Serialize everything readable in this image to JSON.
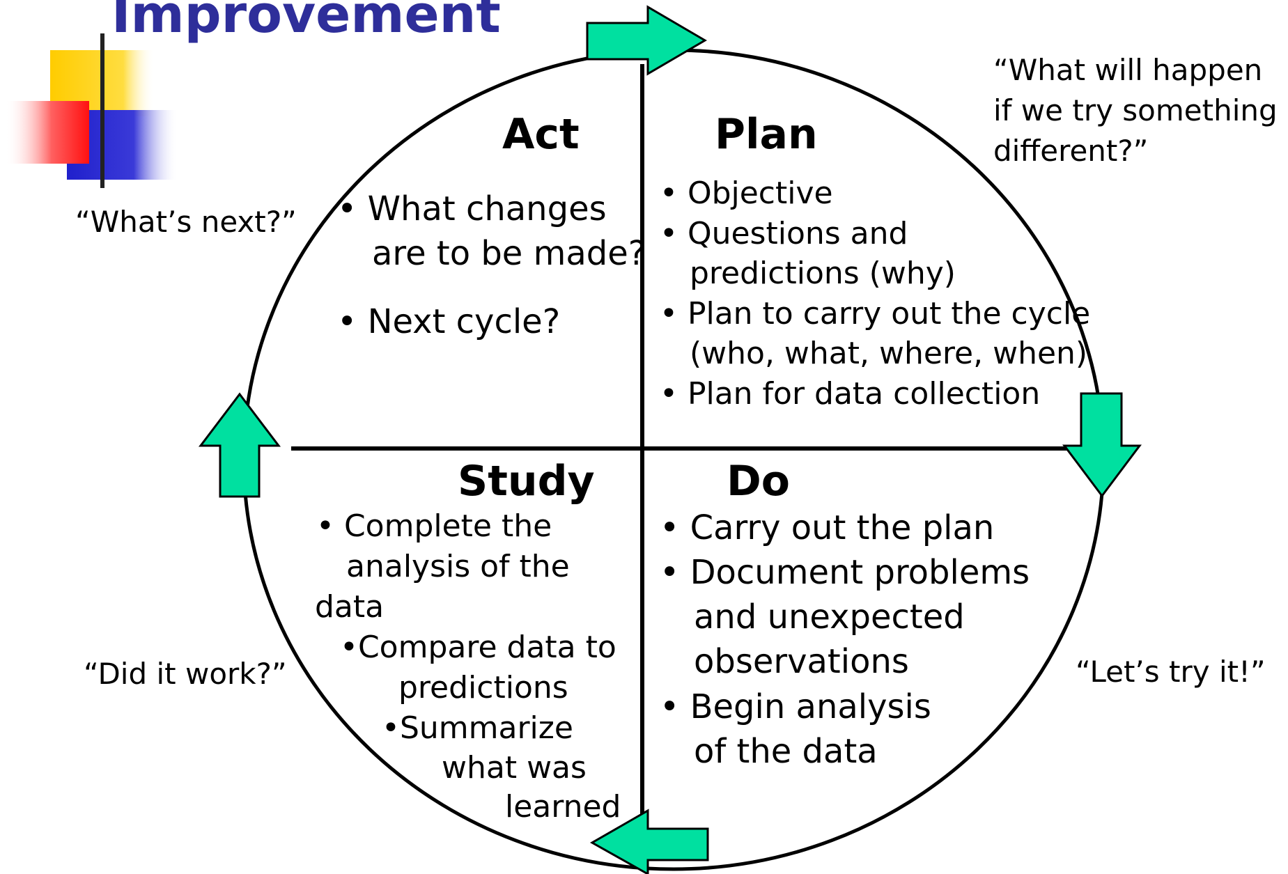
{
  "slide": {
    "title": "Improvement",
    "accent_colors": {
      "title": "#2e2e9a",
      "arrow": "#00e0a0",
      "yellow": "#ffcc00",
      "red": "#ff2020",
      "blue": "#2a2acc"
    }
  },
  "quadrants": {
    "act": {
      "heading": "Act",
      "bullets": [
        "What changes",
        "are to be made?",
        "Next cycle?"
      ]
    },
    "plan": {
      "heading": "Plan",
      "bullets": [
        "Objective",
        "Questions and",
        "predictions (why)",
        "Plan to carry out the cycle",
        "(who, what, where, when)",
        "Plan for data collection"
      ]
    },
    "study": {
      "heading": "Study",
      "bullets": [
        "Complete the",
        "analysis of the",
        "data",
        "Compare data to",
        "predictions",
        "Summarize",
        "what was",
        "learned"
      ]
    },
    "do": {
      "heading": "Do",
      "bullets": [
        "Carry out the plan",
        "Document problems",
        "and unexpected",
        "observations",
        "Begin analysis",
        "of the data"
      ]
    }
  },
  "quotes": {
    "plan": [
      "“What will happen",
      "if we try something",
      "different?”"
    ],
    "act": "“What’s next?”",
    "study": "“Did it work?”",
    "do": "“Let’s try it!”"
  },
  "bullet_glyph": "•",
  "icons": [
    "arrow-right-icon",
    "arrow-down-icon",
    "arrow-left-icon",
    "arrow-up-icon"
  ]
}
